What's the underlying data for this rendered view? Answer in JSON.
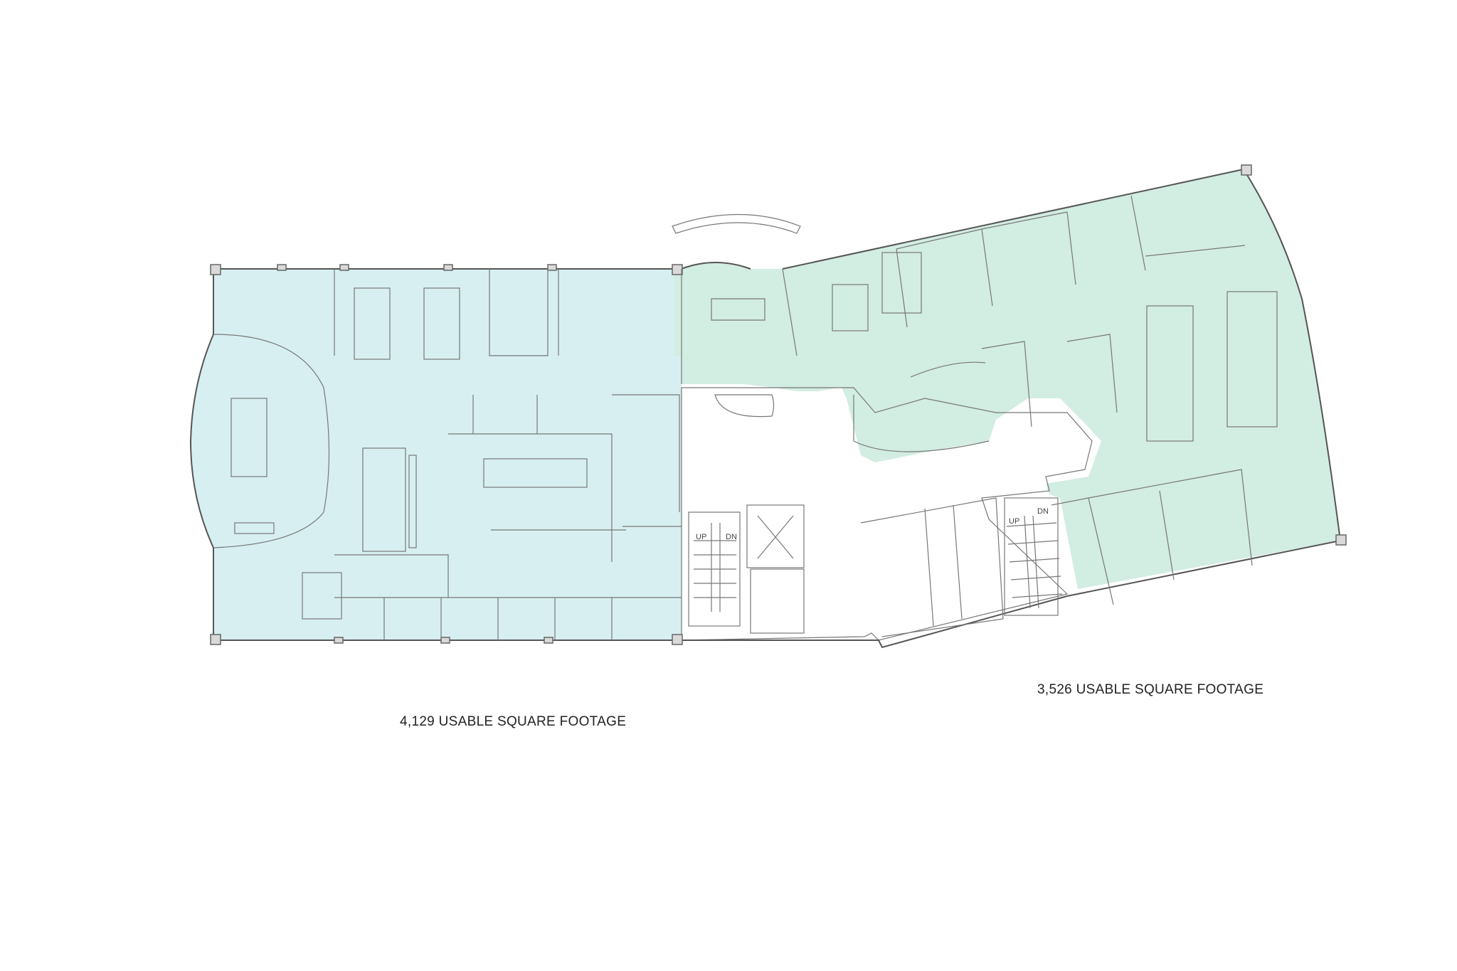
{
  "zones": [
    {
      "id": "west",
      "label": "4,129 USABLE SQUARE FOOTAGE",
      "fill": "#d7eff1"
    },
    {
      "id": "east",
      "label": "3,526 USABLE SQUARE FOOTAGE",
      "fill": "#d2ede2"
    }
  ],
  "core": {
    "stair_west": {
      "up": "UP",
      "down": "DN"
    },
    "stair_east": {
      "up": "UP",
      "down": "DN"
    }
  },
  "colors": {
    "wall": "#555555",
    "core_fill": "#ffffff",
    "window_frame": "#d9d9d9"
  }
}
